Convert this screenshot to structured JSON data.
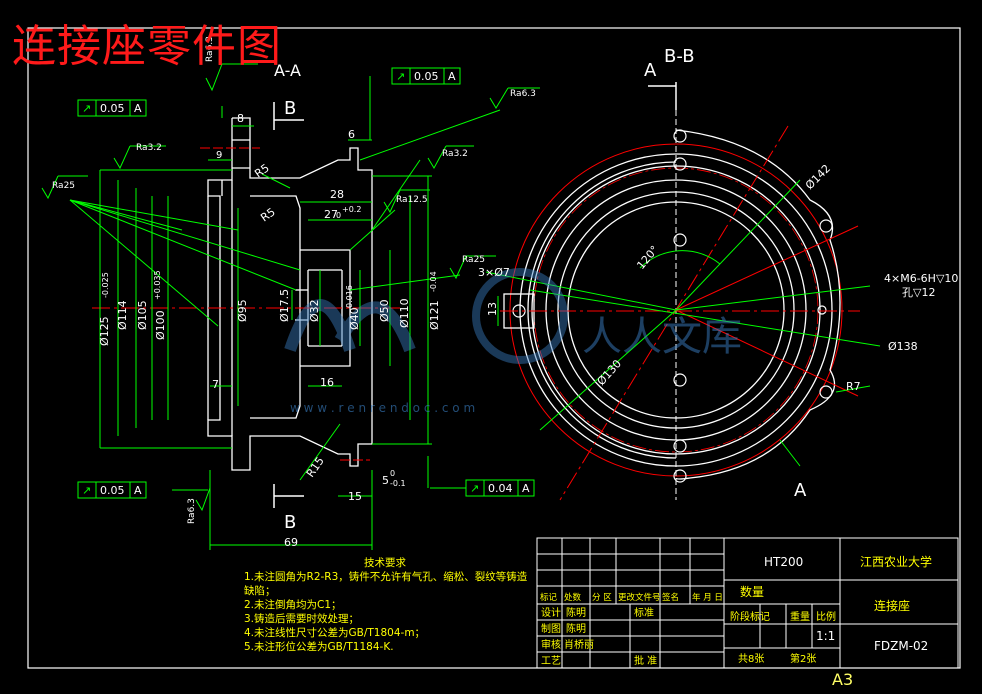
{
  "title": "连接座零件图",
  "views": {
    "section_aa": "A-A",
    "section_bb": "B-B",
    "cut_b_top": "B",
    "cut_b_bottom": "B",
    "cut_a_top": "A",
    "cut_a_bottom": "A"
  },
  "roughness": [
    "Ra6.3",
    "Ra6.3",
    "Ra3.2",
    "Ra3.2",
    "Ra25",
    "Ra12.5",
    "Ra25",
    "Ra6.3"
  ],
  "tolerance_frames": [
    {
      "symbol": "↗",
      "value": "0.05",
      "datum": "A"
    },
    {
      "symbol": "↗",
      "value": "0.05",
      "datum": "A"
    },
    {
      "symbol": "↗",
      "value": "0.05",
      "datum": "A"
    },
    {
      "symbol": "↗",
      "value": "0.04",
      "datum": "A"
    }
  ],
  "dims_aa": {
    "d8": "8",
    "d9": "9",
    "d6": "6",
    "r5a": "R5",
    "r5b": "R5",
    "d28": "28",
    "d270": "27",
    "d270sup": "0",
    "d270sup2": "+0.2",
    "d125": "Ø125",
    "d125tol": "-0.025",
    "d114": "Ø114",
    "d105": "Ø105",
    "d100": "Ø100",
    "d100tol": "+0.035",
    "d95": "Ø95",
    "d17": "Ø17.5",
    "d32": "Ø32",
    "d40": "Ø40",
    "d40tol": "0.016",
    "d50": "Ø50",
    "d110": "Ø110",
    "d121": "Ø121",
    "d121tol": "-0.04",
    "d7": "7",
    "d16": "16",
    "d15": "15",
    "d5": "5",
    "d5tol": "-0.1",
    "d5sup": "0",
    "r15": "R15",
    "d69": "69",
    "d13": "13"
  },
  "dims_bb": {
    "d142": "Ø142",
    "d120": "120°",
    "d3x7": "3×Ø7",
    "d138": "Ø138",
    "d130": "Ø130",
    "r7": "R7",
    "thread": "4×M6-6H▽10",
    "thread2": "孔▽12"
  },
  "watermark": "人人文库",
  "watermark_url": "w w w . r e n r e n d o c . c o m",
  "tech_notes": {
    "heading": "技术要求",
    "items": [
      "1.未注圆角为R2-R3，铸件不允许有气孔、缩松、裂纹等铸造缺陷；",
      "2.未注倒角均为C1；",
      "3.铸造后需要时效处理；",
      "4.未注线性尺寸公差为GB/T1804-m；",
      "5.未注形位公差为GB/T1184-K."
    ]
  },
  "title_block": {
    "material": "HT200",
    "school": "江西农业大学",
    "part_name": "连接座",
    "drawing_no": "FDZM-02",
    "quantity_label": "数量",
    "stage_label": "阶段标记",
    "weight_label": "重量",
    "scale_label": "比例",
    "scale": "1:1",
    "sheets": "共8张",
    "sheet_no": "第2张",
    "row_headers": [
      "标记",
      "处数",
      "分 区",
      "更改文件号",
      "签名",
      "年 月 日"
    ],
    "design": "设计",
    "design_name": "陈明",
    "standard": "标准",
    "draw": "制图",
    "draw_name": "陈明",
    "review": "审核",
    "review_name": "肖桥丽",
    "process": "工艺",
    "approve": "批 准"
  },
  "paper_size": "A3",
  "colors": {
    "outline": "#ffffff",
    "dimension": "#00ff00",
    "centerline": "#ff0000",
    "annotation": "#ffff00",
    "title": "#ff1a1a"
  }
}
